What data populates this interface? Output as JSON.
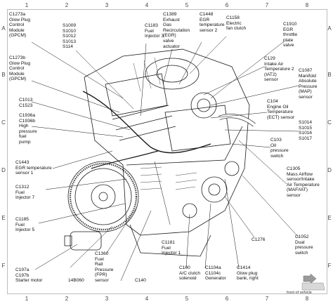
{
  "grid": {
    "columns": [
      "1",
      "2",
      "3",
      "4",
      "5",
      "6",
      "7",
      "8"
    ],
    "rows": [
      "A",
      "B",
      "C",
      "D",
      "E",
      "F"
    ]
  },
  "callouts": [
    {
      "id": "c1273a-gpcm",
      "text": "C1273a\nGlow Plug\nControl\nModule\n(GPCM)"
    },
    {
      "id": "c1273b-gpcm",
      "text": "C1273b\nGlow Plug\nControl\nModule\n(GPCM)"
    },
    {
      "id": "c1013-c1523",
      "text": "C1013\nC1523"
    },
    {
      "id": "c1936-pump",
      "text": "C1936a\nC1936b\nHigh\npressure\nfuel\npump"
    },
    {
      "id": "c1443-egr-temp1",
      "text": "C1443\nEGR temperature\nsensor 1"
    },
    {
      "id": "c1312-injector7",
      "text": "C1312\nFuel\nInjector 7"
    },
    {
      "id": "c1185-injector5",
      "text": "C1185\nFuel\nInjector 5"
    },
    {
      "id": "c197-starter",
      "text": "C197a\nC197b\nStarter motor"
    },
    {
      "id": "s-splices",
      "text": "S1009\nS1010\nS1012\nS1013\nS114"
    },
    {
      "id": "c1183-injector3",
      "text": "C1183\nFuel\nInjector 3"
    },
    {
      "id": "c1389-egr-valve",
      "text": "C1389\nExhaust\nGas\nRecirculation\n(EGR)\nvalve\nactuator"
    },
    {
      "id": "c1448-egr-temp2",
      "text": "C1448\nEGR\ntemperature\nsensor 2"
    },
    {
      "id": "c1158-fan-clutch",
      "text": "C1158\nElectric\nfan clutch"
    },
    {
      "id": "c1910-throttle",
      "text": "C1910\nEGR\nthrottle\nplate\nvalve"
    },
    {
      "id": "c129-iat2",
      "text": "C129\nIntake Air\nTemperature 2\n(IAT2)\nsensor"
    },
    {
      "id": "c1087-map",
      "text": "C1087\nManifold\nAbsolute\nPressure\n(MAP)\nsensor"
    },
    {
      "id": "c104-ect",
      "text": "C104\nEngine Oil\nTemperature\n(ECT) sensor"
    },
    {
      "id": "s1014-s1017",
      "text": "S1014\nS1015\nS1016\nS1017"
    },
    {
      "id": "c103-oil-switch",
      "text": "C103\nOil\npressure\nswitch"
    },
    {
      "id": "c1305-maf",
      "text": "C1305\nMass Airflow\nsensor/Intake\nAir Temperature\n(MAF/IAT)\nsensor"
    },
    {
      "id": "c1276",
      "text": "C1276"
    },
    {
      "id": "c1052-dual-switch",
      "text": "C1052\nDual\npressure\nswitch"
    },
    {
      "id": "c1181-injector1",
      "text": "C1181\nFuel\nInjector 1"
    },
    {
      "id": "c1360-fpr",
      "text": "C1360\nFuel\nRail\nPressure\n(FPR)\nsensor"
    },
    {
      "id": "c14b060",
      "text": "14B060"
    },
    {
      "id": "c140",
      "text": "C140"
    },
    {
      "id": "c100-ac-clutch",
      "text": "C100\nA/C clutch\nsolenoid"
    },
    {
      "id": "c1104-generator",
      "text": "C1104a\nC1104c\nGenerator"
    },
    {
      "id": "c1414-glow-plug",
      "text": "C1414\nGlow plug\nbank, right"
    }
  ],
  "front_of_vehicle": "front of vehicle"
}
